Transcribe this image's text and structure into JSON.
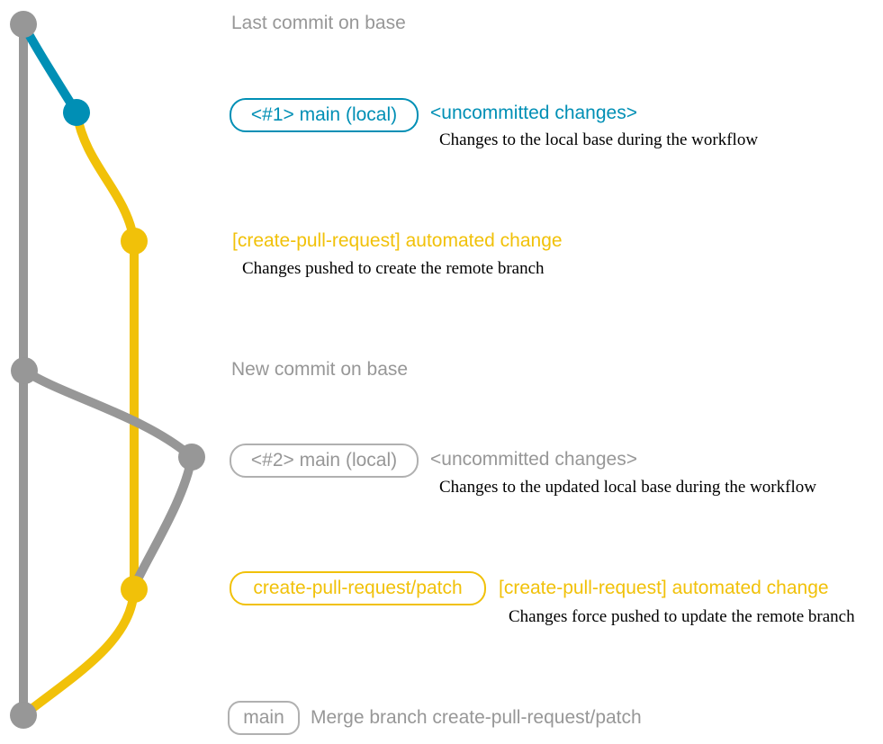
{
  "title": "create-pull-request action git branching diagram",
  "colors": {
    "base_gray": "#979797",
    "branch_blue": "#008fb5",
    "branch_yellow": "#f1c109",
    "gray_box_border": "#b0b0b0",
    "note_black": "#000000"
  },
  "graph": {
    "commits": [
      {
        "name": "last-commit-on-base",
        "color": "gray"
      },
      {
        "name": "local-main-1-uncommitted",
        "color": "blue"
      },
      {
        "name": "automated-change-1",
        "color": "yellow"
      },
      {
        "name": "new-commit-on-base",
        "color": "gray"
      },
      {
        "name": "local-main-2-uncommitted",
        "color": "gray"
      },
      {
        "name": "automated-change-2-force-push",
        "color": "yellow"
      },
      {
        "name": "merge-commit",
        "color": "gray"
      }
    ]
  },
  "rows": {
    "last_commit": {
      "label": "Last commit on base"
    },
    "commit1": {
      "tag": "<#1> main (local)",
      "message": "<uncommitted changes>",
      "note": "Changes to the local base during the workflow"
    },
    "commit2": {
      "message": "[create-pull-request] automated change",
      "note": "Changes pushed to create the remote branch"
    },
    "new_commit": {
      "label": "New commit on base"
    },
    "commit3": {
      "tag": "<#2> main (local)",
      "message": "<uncommitted changes>",
      "note": "Changes to the updated local base during the workflow"
    },
    "commit4": {
      "tag": "create-pull-request/patch",
      "message": "[create-pull-request] automated change",
      "note": "Changes force pushed to update the remote branch"
    },
    "merge": {
      "tag": "main",
      "message": "Merge branch create-pull-request/patch"
    }
  }
}
